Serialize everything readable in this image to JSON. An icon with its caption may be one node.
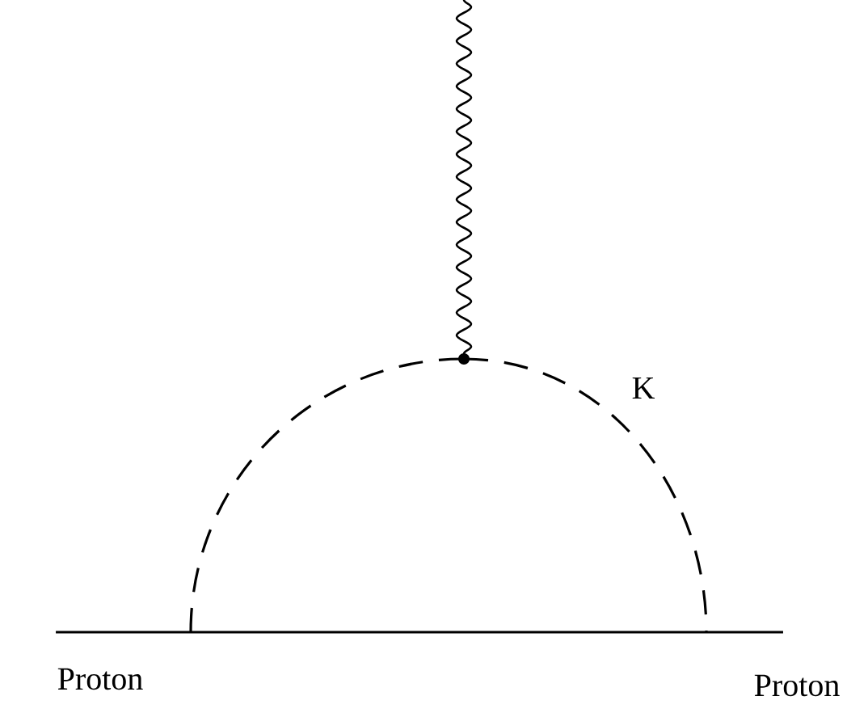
{
  "diagram": {
    "nodes": [
      {
        "text": [
          "Proton"
        ]
      },
      {
        "text": [],
        "shape": "circle"
      },
      {
        "text": [
          "Proton"
        ]
      }
    ],
    "edges": [
      {
        "from": 0,
        "to": 2,
        "arrow": "none"
      },
      {
        "from": null,
        "to": 1,
        "arrow": "none",
        "style": "dashed"
      },
      {
        "from": 1,
        "to": null,
        "arrow": "none",
        "style": "dashed",
        "label": "K"
      },
      {
        "from": null,
        "to": 1,
        "arrow": "none"
      }
    ]
  }
}
